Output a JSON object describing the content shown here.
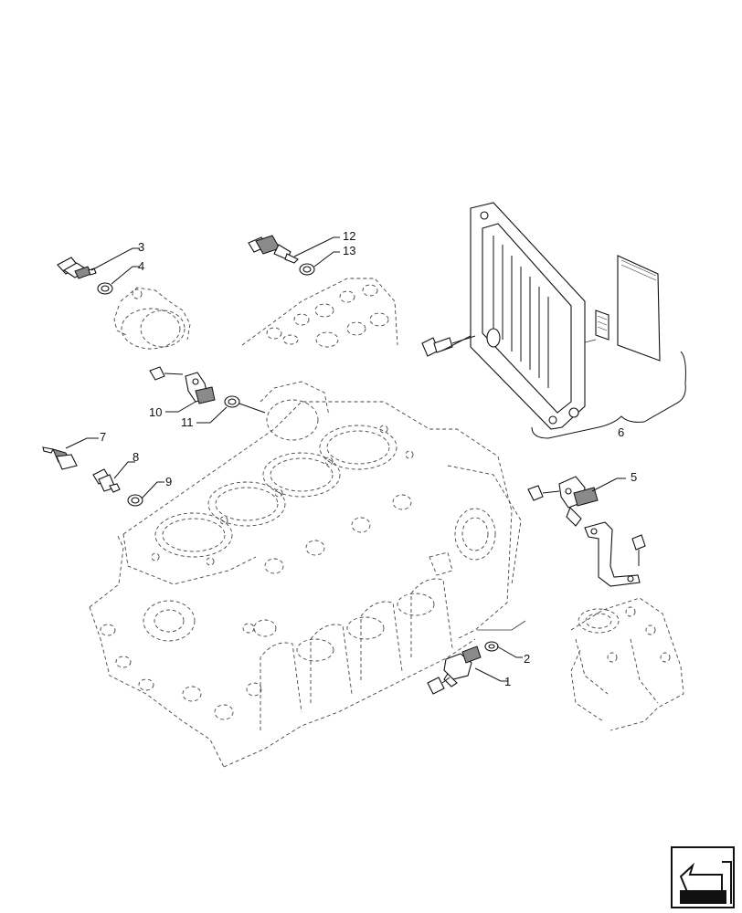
{
  "callouts": {
    "c1": "1",
    "c2": "2",
    "c3": "3",
    "c4": "4",
    "c5": "5",
    "c6": "6",
    "c7": "7",
    "c8": "8",
    "c9": "9",
    "c10": "10",
    "c11": "11",
    "c12": "12",
    "c13": "13"
  },
  "nav_icon": "next-page-arrow-icon"
}
